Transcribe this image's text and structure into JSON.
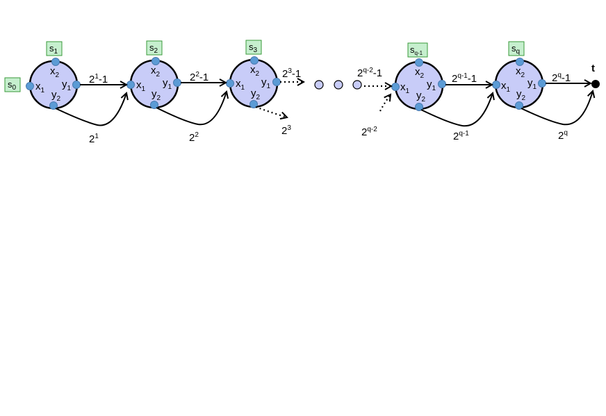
{
  "labels": {
    "s0": {
      "base": "s",
      "sub": "0"
    },
    "s1": {
      "base": "s",
      "sub": "1"
    },
    "s2": {
      "base": "s",
      "sub": "2"
    },
    "s3": {
      "base": "s",
      "sub": "3"
    },
    "sq1": {
      "base": "s",
      "sub": "q-1"
    },
    "sq": {
      "base": "s",
      "sub": "q"
    },
    "x1": {
      "base": "x",
      "sub": "1"
    },
    "x2": {
      "base": "x",
      "sub": "2"
    },
    "y1": {
      "base": "y",
      "sub": "1"
    },
    "y2": {
      "base": "y",
      "sub": "2"
    },
    "t": "t"
  },
  "edges": {
    "e1_top": {
      "base": "2",
      "sup": "1",
      "tail": "-1"
    },
    "e1_bot": {
      "base": "2",
      "sup": "1"
    },
    "e2_top": {
      "base": "2",
      "sup": "2",
      "tail": "-1"
    },
    "e2_bot": {
      "base": "2",
      "sup": "2"
    },
    "e3_top": {
      "base": "2",
      "sup": "3",
      "tail": "-1"
    },
    "e3_bot": {
      "base": "2",
      "sup": "3"
    },
    "eq2_top": {
      "base": "2",
      "sup": "q-2",
      "tail": "-1"
    },
    "eq2_bot": {
      "base": "2",
      "sup": "q-2"
    },
    "eq1_top": {
      "base": "2",
      "sup": "q-1",
      "tail": "-1"
    },
    "eq1_bot": {
      "base": "2",
      "sup": "q-1"
    },
    "eq_top": {
      "base": "2",
      "sup": "q",
      "tail": "-1"
    },
    "eq_bot": {
      "base": "2",
      "sup": "q"
    }
  },
  "colors": {
    "gadget_fill": "#c8ccf8",
    "port_fill": "#5b9bd5",
    "box_fill": "#c6efce",
    "box_stroke": "#3a9a3a"
  }
}
